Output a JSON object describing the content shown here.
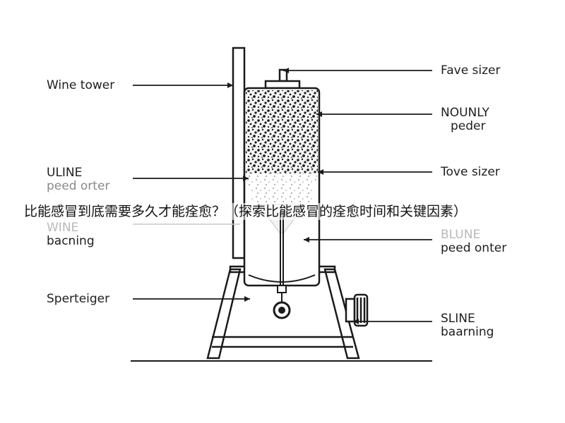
{
  "labels": {
    "wine_tower": "Wine tower",
    "fave_sizer": "Fave sizer",
    "nounly_peder": {
      "line1": "NOUNLY",
      "line2": "peder"
    },
    "uline_peed_orter": {
      "line1": "ULINE",
      "line2": "peed orter"
    },
    "tove_sizer": "Tove sizer",
    "wine_bacning": {
      "line1": "WINE",
      "line2": "bacning"
    },
    "blune_peed_onter": {
      "line1": "BLUNE",
      "line2": "peed onter"
    },
    "sperteiger": "Sperteiger",
    "sline_baarning": {
      "line1": "SLINE",
      "line2": "baarning"
    }
  },
  "overlay_text": "比能感冒到底需要多久才能痊愈？（探索比能感冒的痊愈时间和关键因素）",
  "colors": {
    "line": "#1a1a1a",
    "faded": "#b9b9b9"
  }
}
